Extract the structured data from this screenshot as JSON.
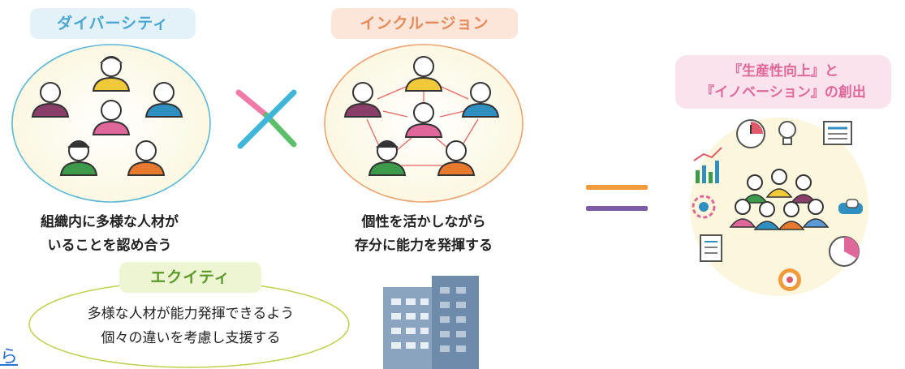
{
  "diversity": {
    "title": "ダイバーシティ",
    "caption_line1": "組織内に多様な人材が",
    "caption_line2": "いることを認め合う"
  },
  "operator_times": "×",
  "inclusion": {
    "title": "インクルージョン",
    "caption_line1": "個性を活かしながら",
    "caption_line2": "存分に能力を発揮する"
  },
  "operator_equals": "=",
  "result": {
    "title_line1": "『生産性向上』と",
    "title_line2": "『イノベーション』の創出"
  },
  "equity": {
    "title": "エクイティ",
    "line1": "多様な人材が能力発揮できるよう",
    "line2": "個々の違いを考慮し支援する"
  },
  "link_text": "ら",
  "colors": {
    "diversity_circle": "#59b8d9",
    "diversity_pill_bg": "#e3f1f8",
    "diversity_pill_text": "#4aa7d4",
    "inclusion_circle": "#f0a270",
    "inclusion_pill_bg": "#fbe6d9",
    "inclusion_pill_text": "#e58a58",
    "result_pill_bg": "#fbe3ee",
    "result_pill_text": "#e0679a",
    "equity_border": "#b9d44a",
    "equity_pill_bg": "#eef5d3",
    "equity_pill_text": "#5b9a2a",
    "times_pink": "#f07aa8",
    "times_blue": "#3fb6d9",
    "times_green": "#5dbf6a",
    "equals_orange": "#f39b3a",
    "equals_purple": "#7b5aa6"
  }
}
